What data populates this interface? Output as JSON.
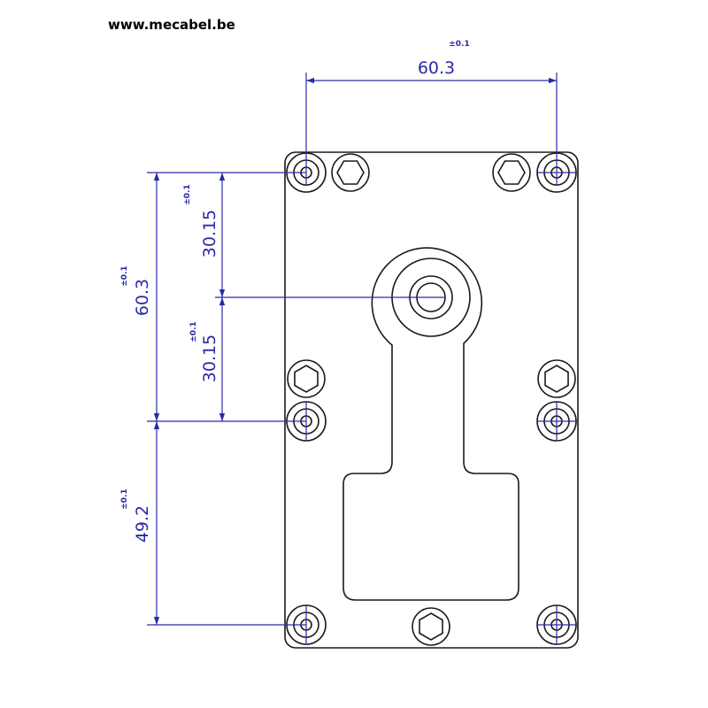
{
  "header": {
    "website": "www.mecabel.be"
  },
  "colors": {
    "dimension": "#2a2aa8",
    "outline": "#1a1a1a",
    "background": "#ffffff"
  },
  "dimensions": {
    "top_width": {
      "value": "60.3",
      "tolerance": "±0.1"
    },
    "left_total": {
      "value": "60.3",
      "tolerance": "±0.1"
    },
    "upper_half": {
      "value": "30.15",
      "tolerance": "±0.1"
    },
    "lower_half": {
      "value": "30.15",
      "tolerance": "±0.1"
    },
    "bottom_span": {
      "value": "49.2",
      "tolerance": "±0.1"
    }
  }
}
